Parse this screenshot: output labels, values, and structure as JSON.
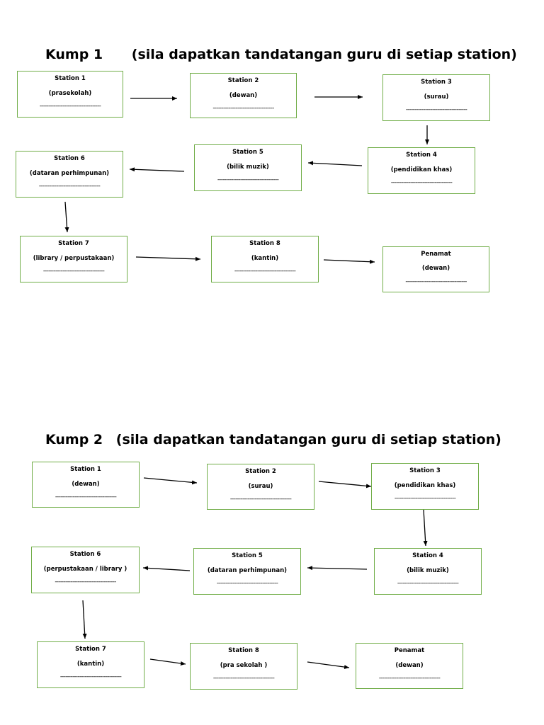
{
  "groups": [
    {
      "name": "Kump 1",
      "instruction": "(sila dapatkan tandatangan guru di setiap station)",
      "stations": [
        {
          "title": "Station 1",
          "place": "(prasekolah)",
          "signature": "-----------------------------------"
        },
        {
          "title": "Station 2",
          "place": "(dewan)",
          "signature": "-----------------------------------"
        },
        {
          "title": "Station 3",
          "place": "(surau)",
          "signature": "-----------------------------------"
        },
        {
          "title": "Station 4",
          "place": "(pendidikan khas)",
          "signature": "-----------------------------------"
        },
        {
          "title": "Station 5",
          "place": "(bilik muzik)",
          "signature": "-----------------------------------"
        },
        {
          "title": "Station 6",
          "place": "(dataran perhimpunan)",
          "signature": "-----------------------------------"
        },
        {
          "title": "Station 7",
          "place": "(library / perpustakaan)",
          "signature": "-----------------------------------"
        },
        {
          "title": "Station 8",
          "place": "(kantin)",
          "signature": "-----------------------------------"
        },
        {
          "title": "Penamat",
          "place": "(dewan)",
          "signature": "-----------------------------------"
        }
      ]
    },
    {
      "name": "Kump 2",
      "instruction": "(sila dapatkan tandatangan guru di setiap station)",
      "stations": [
        {
          "title": "Station 1",
          "place": "(dewan)",
          "signature": "-----------------------------------"
        },
        {
          "title": "Station 2",
          "place": "(surau)",
          "signature": "-----------------------------------"
        },
        {
          "title": "Station 3",
          "place": "(pendidikan khas)",
          "signature": "-----------------------------------"
        },
        {
          "title": "Station 4",
          "place": "(bilik muzik)",
          "signature": "-----------------------------------"
        },
        {
          "title": "Station 5",
          "place": "(dataran perhimpunan)",
          "signature": "-----------------------------------"
        },
        {
          "title": "Station 6",
          "place": "(perpustakaan / library )",
          "signature": "-----------------------------------"
        },
        {
          "title": "Station 7",
          "place": "(kantin)",
          "signature": "-----------------------------------"
        },
        {
          "title": "Station 8",
          "place": "(pra sekolah )",
          "signature": "-----------------------------------"
        },
        {
          "title": "Penamat",
          "place": "(dewan)",
          "signature": "-----------------------------------"
        }
      ]
    }
  ]
}
